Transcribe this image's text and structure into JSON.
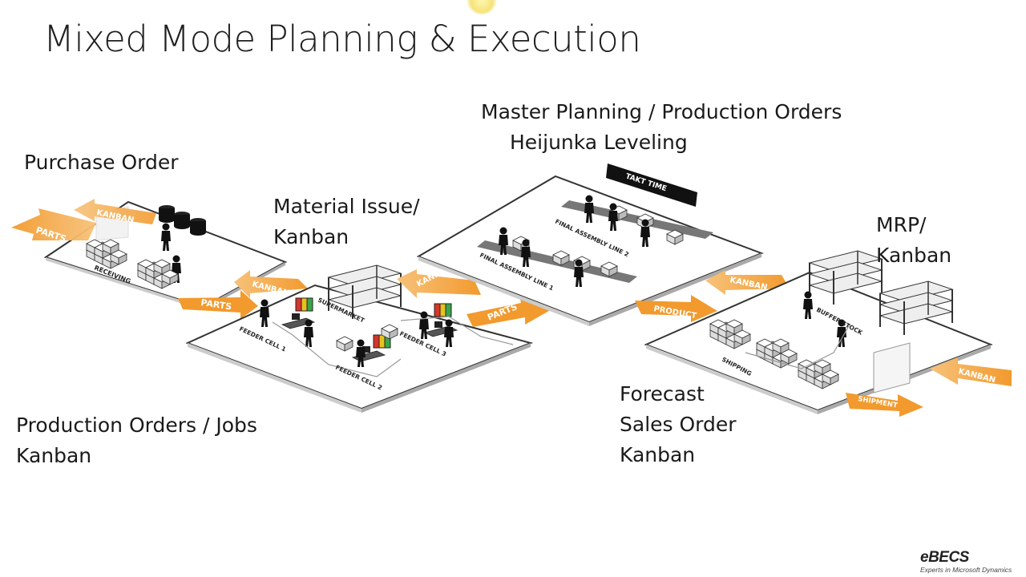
{
  "slide": {
    "title": "Mixed Mode Planning & Execution"
  },
  "labels": {
    "purchase_order": "Purchase Order",
    "material_issue": [
      "Material Issue/",
      "Kanban"
    ],
    "master_planning": [
      "Master Planning / Production Orders",
      "Heijunka Leveling"
    ],
    "mrp": [
      "MRP/",
      "Kanban"
    ],
    "production_orders": [
      "Production Orders / Jobs",
      "Kanban"
    ],
    "forecast": [
      "Forecast",
      "Sales Order",
      "Kanban"
    ]
  },
  "diagram": {
    "arrow_texts": {
      "parts_in": "PARTS",
      "kanban_out": "KANBAN",
      "parts_to_feeder": "PARTS",
      "kanban_to_receiving": "KANBAN",
      "kanban_to_supermarket": "KANBAN",
      "parts_to_assembly": "PARTS",
      "kanban_to_assembly": "KANBAN",
      "product": "PRODUCT",
      "kanban_in_shipping": "KANBAN",
      "shipment": "SHIPMENT"
    },
    "area_labels": {
      "receiving": "RECEIVING",
      "supermarket": "SUPERMARKET",
      "feeder_cell_1": "FEEDER CELL 1",
      "feeder_cell_2": "FEEDER CELL 2",
      "feeder_cell_3": "FEEDER CELL 3",
      "final_assembly_1": "FINAL ASSEMBLY LINE 1",
      "final_assembly_2": "FINAL ASSEMBLY LINE 2",
      "takt_time": "TAKT TIME",
      "buffer_stock": "BUFFER STOCK",
      "shipping": "SHIPPING"
    },
    "colors": {
      "arrow": "#f29a2e",
      "arrow_light": "#f7c27a",
      "platform_edge": "#333333",
      "signal_red": "#d9342b",
      "signal_yellow": "#e8c21c",
      "signal_green": "#3aa64a"
    }
  },
  "logo": {
    "brand": "eBECS",
    "tagline": "Experts in Microsoft Dynamics"
  }
}
